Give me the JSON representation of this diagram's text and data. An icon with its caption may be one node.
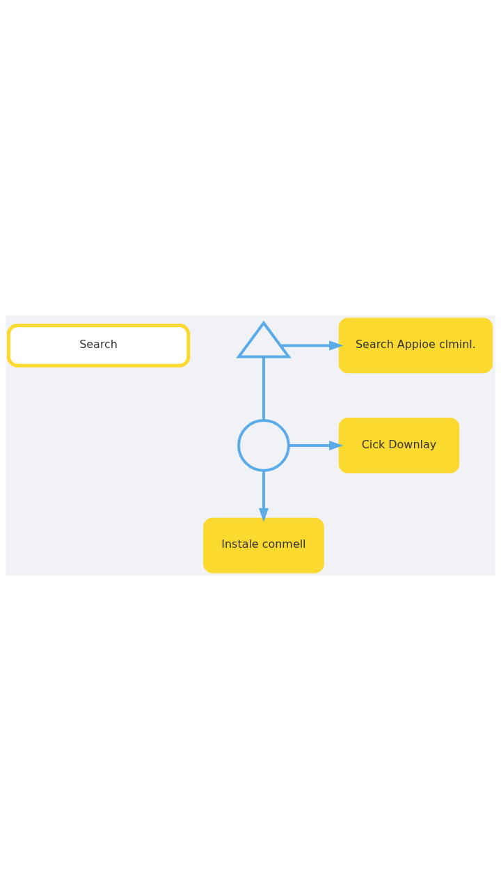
{
  "diagram": {
    "nodes": [
      {
        "text": [
          "Search"
        ]
      },
      {
        "text": [],
        "shape": "triangle"
      },
      {
        "text": [
          "Search Appioe clminl."
        ]
      },
      {
        "text": [],
        "shape": "circle"
      },
      {
        "text": [
          "Cick Downlay"
        ]
      },
      {
        "text": [
          "Instale conmell"
        ]
      }
    ],
    "edges": [
      {
        "from": 1,
        "to": 2,
        "arrow": "to"
      },
      {
        "from": 1,
        "to": 3,
        "arrow": "none"
      },
      {
        "from": 3,
        "to": 4,
        "arrow": "to"
      },
      {
        "from": 3,
        "to": 5,
        "arrow": "to"
      }
    ]
  }
}
